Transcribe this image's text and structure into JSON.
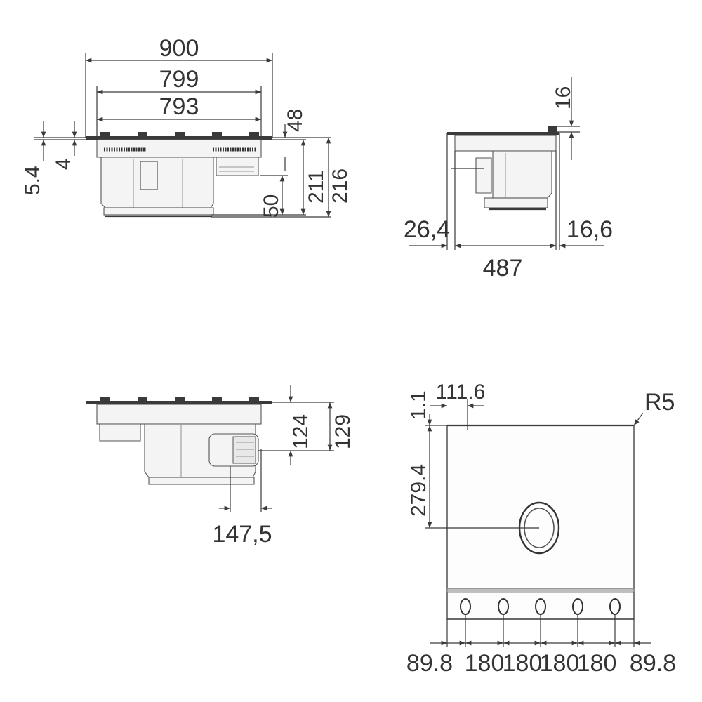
{
  "front_view": {
    "width_900": "900",
    "width_799": "799",
    "width_793": "793",
    "dim_48": "48",
    "dim_5_4": "5.4",
    "dim_4": "4",
    "dim_50": "50",
    "dim_211": "211",
    "dim_216": "216"
  },
  "side_view": {
    "dim_16": "16",
    "dim_26_4": "26,4",
    "dim_16_6": "16,6",
    "dim_487": "487"
  },
  "rear_view": {
    "dim_124": "124",
    "dim_129": "129",
    "dim_147_5": "147,5"
  },
  "top_view": {
    "dim_1_1": "1.1",
    "dim_111_6": "111.6",
    "dim_r5": "R5",
    "dim_279_4": "279.4",
    "bottom_dims": [
      "89.8",
      "180",
      "180",
      "180",
      "180",
      "89.8"
    ]
  }
}
